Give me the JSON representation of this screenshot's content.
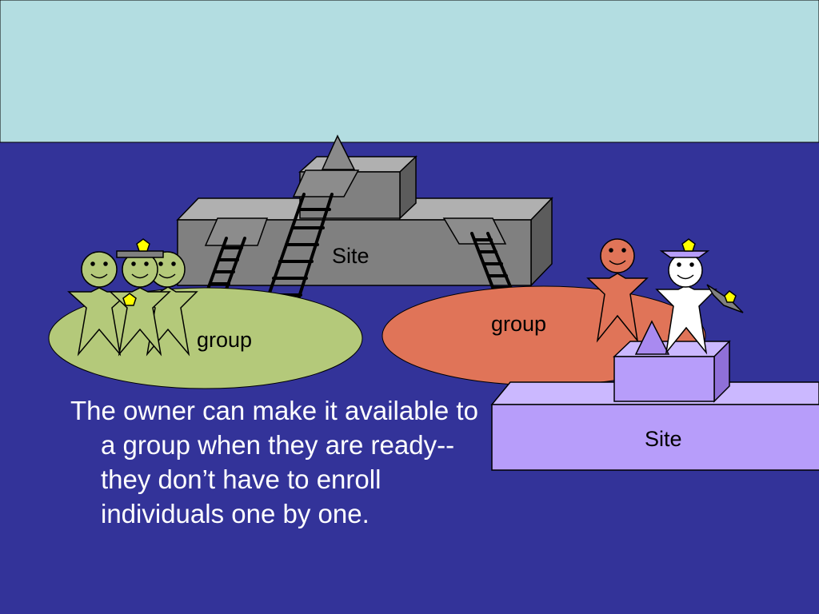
{
  "slide": {
    "body_text": "The owner can make it available to a group when they are ready--they don’t have to enroll individuals one by one."
  },
  "labels": {
    "site_gray": "Site",
    "site_purple": "Site",
    "group_green": "group",
    "group_orange": "group"
  },
  "colors": {
    "sky": "#b3dde1",
    "background": "#333399",
    "green_group": "#b4c97a",
    "orange_group": "#e07458",
    "site_gray": "#7f7f7f",
    "site_purple": "#b79dfa",
    "badge_yellow": "#ffff00"
  }
}
